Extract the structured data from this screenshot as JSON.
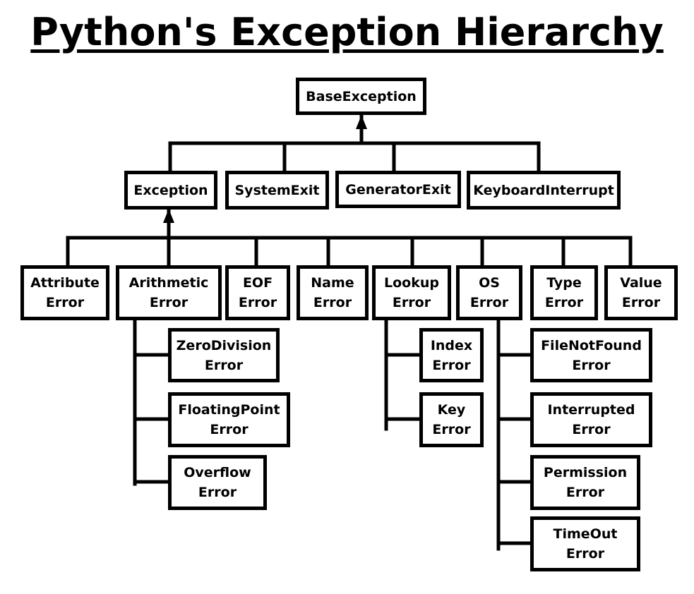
{
  "title": "Python's Exception Hierarchy",
  "nodes": {
    "base_exception": [
      "BaseException"
    ],
    "exception": [
      "Exception"
    ],
    "system_exit": [
      "SystemExit"
    ],
    "generator_exit": [
      "GeneratorExit"
    ],
    "keyboard_interrupt": [
      "KeyboardInterrupt"
    ],
    "attribute_error": [
      "Attribute",
      "Error"
    ],
    "arithmetic_error": [
      "Arithmetic",
      "Error"
    ],
    "eof_error": [
      "EOF",
      "Error"
    ],
    "name_error": [
      "Name",
      "Error"
    ],
    "lookup_error": [
      "Lookup",
      "Error"
    ],
    "os_error": [
      "OS",
      "Error"
    ],
    "type_error": [
      "Type",
      "Error"
    ],
    "value_error": [
      "Value",
      "Error"
    ],
    "zero_division_error": [
      "ZeroDivision",
      "Error"
    ],
    "floating_point_error": [
      "FloatingPoint",
      "Error"
    ],
    "overflow_error": [
      "Overflow",
      "Error"
    ],
    "index_error": [
      "Index",
      "Error"
    ],
    "key_error": [
      "Key",
      "Error"
    ],
    "file_not_found_error": [
      "FileNotFound",
      "Error"
    ],
    "interrupted_error": [
      "Interrupted",
      "Error"
    ],
    "permission_error": [
      "Permission",
      "Error"
    ],
    "timeout_error": [
      "TimeOut",
      "Error"
    ]
  }
}
